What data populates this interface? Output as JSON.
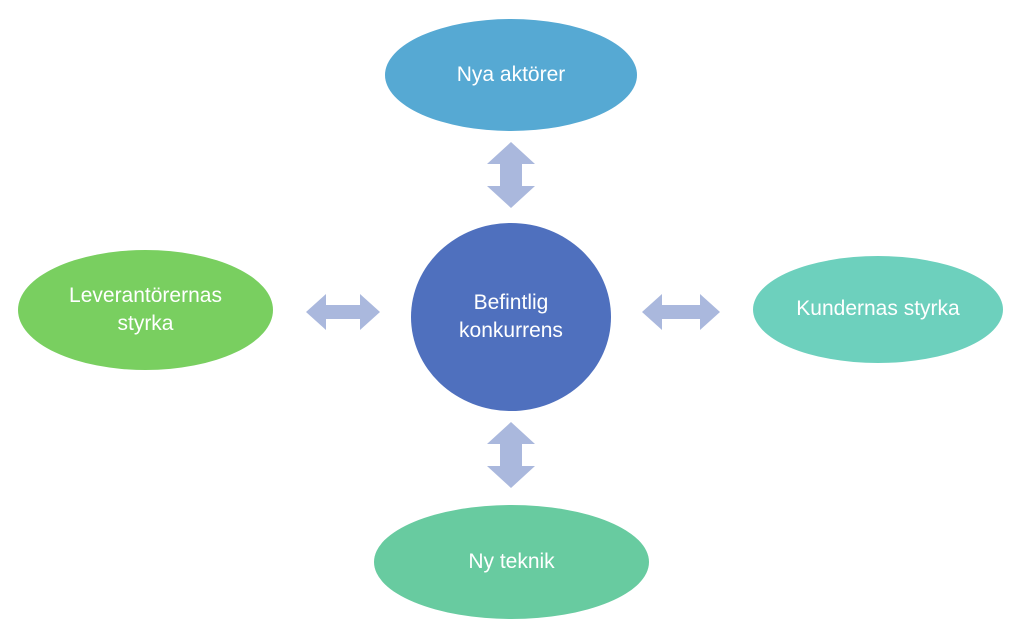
{
  "diagram": {
    "center": {
      "label": "Befintlig\nkonkurrens",
      "color": "#4f70be"
    },
    "top": {
      "label": "Nya aktörer",
      "color": "#56a9d3"
    },
    "left": {
      "label": "Leverantörernas\nstyrka",
      "color": "#79cf60"
    },
    "right": {
      "label": "Kundernas styrka",
      "color": "#6dd0bd"
    },
    "bottom": {
      "label": "Ny teknik",
      "color": "#68cba0"
    },
    "arrow_color": "#aab8dd"
  }
}
